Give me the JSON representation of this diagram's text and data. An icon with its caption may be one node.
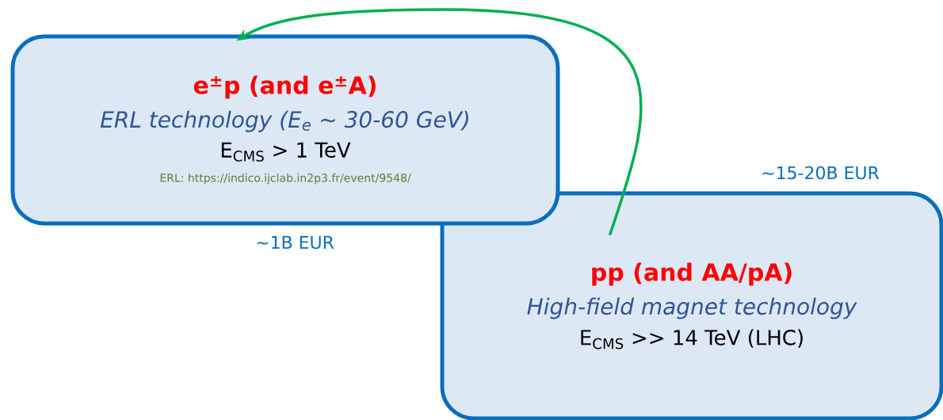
{
  "diagram": {
    "nodes": [
      {
        "text": [
          "e$^{±}$p (and e$^{±}$A)",
          "ERL technology (E$_{e}$ ∼ 30-60 GeV)",
          "E$_{CMS}$ > 1 TeV",
          "ERL: https://indico.ijclab.in2p3.fr/event/9548/"
        ],
        "beside": [
          "∼1B EUR"
        ]
      },
      {
        "text": [
          "pp (and AA/pA)",
          "High-field magnet technology",
          "E$_{CMS}$ >> 14 TeV (LHC)"
        ],
        "beside": [
          "∼15-20B EUR"
        ]
      }
    ],
    "edges": [
      {
        "from": 1,
        "to": 0,
        "arrow": "to",
        "color": "#00b050"
      }
    ]
  }
}
